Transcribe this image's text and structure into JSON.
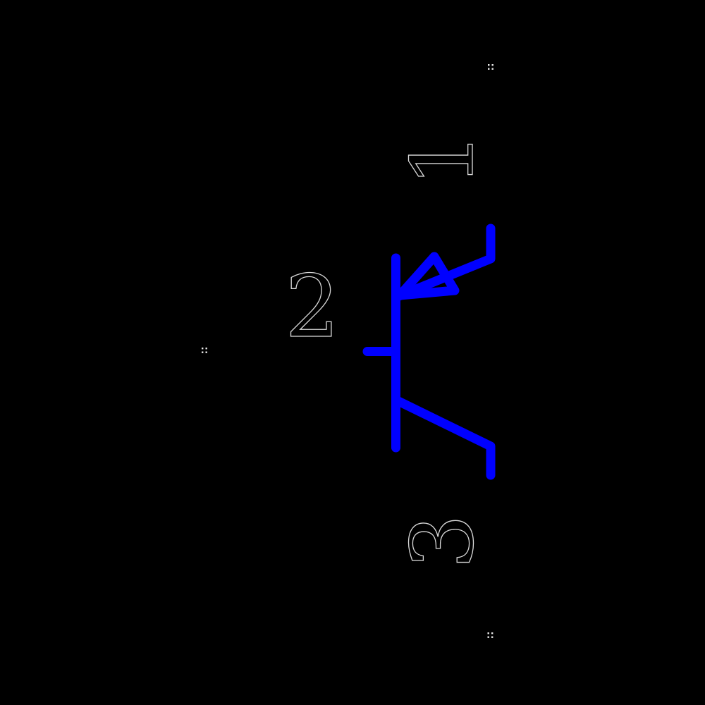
{
  "canvas": {
    "background": "#000000"
  },
  "symbol": {
    "color": "#0000ff"
  },
  "pin_labels": {
    "pin1": "1",
    "pin2": "2",
    "pin3": "3"
  },
  "label_style": {
    "outline_color": "#d9d9d9"
  },
  "pin_markers": {
    "color": "#e8e8e8"
  }
}
